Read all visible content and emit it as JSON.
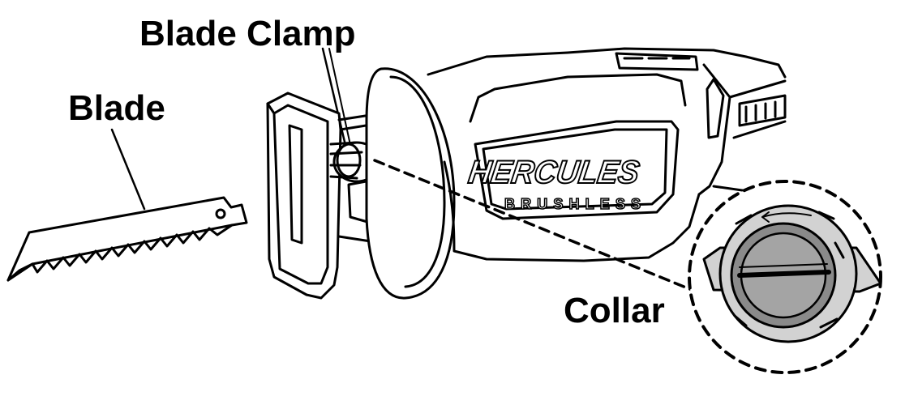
{
  "labels": {
    "blade_clamp": "Blade Clamp",
    "blade": "Blade",
    "collar": "Collar"
  },
  "brand": {
    "name": "HERCULES",
    "subtitle": "BRUSHLESS"
  },
  "colors": {
    "ink": "#000000",
    "paper": "#ffffff",
    "collar_body": "#8a8a8a",
    "collar_ring": "#d2d2d2"
  }
}
